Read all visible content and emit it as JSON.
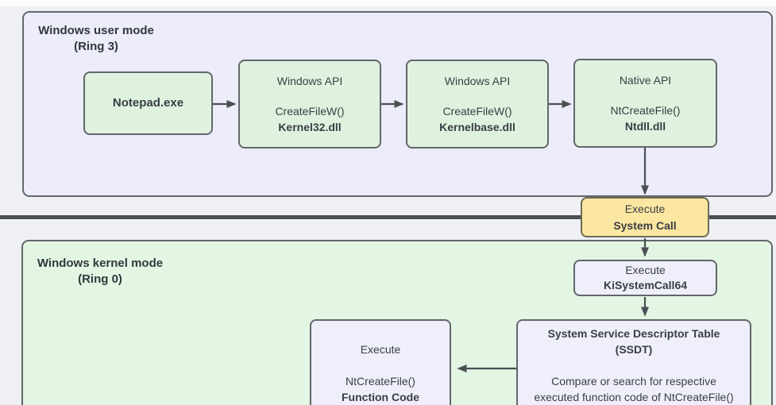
{
  "colors": {
    "canvas_bg": "#eff0f3",
    "user_mode_fill": "#ececfa",
    "kernel_mode_fill": "#e2f6e3",
    "process_fill": "#dff2df",
    "kernel_node_fill": "#efeffc",
    "system_call_fill": "#fbe7a1",
    "border": "#63666b",
    "arrow": "#4b4f54",
    "text": "#3a3e44"
  },
  "sections": {
    "user_mode": {
      "title": "Windows user mode",
      "subtitle": "(Ring 3)"
    },
    "kernel_mode": {
      "title": "Windows kernel mode",
      "subtitle": "(Ring 0)"
    }
  },
  "nodes": {
    "notepad": {
      "title": "Notepad.exe"
    },
    "kernel32": {
      "api": "Windows API",
      "call": "CreateFileW()",
      "module": "Kernel32.dll"
    },
    "kernelbase": {
      "api": "Windows API",
      "call": "CreateFileW()",
      "module": "Kernelbase.dll"
    },
    "ntdll": {
      "api": "Native API",
      "call": "NtCreateFile()",
      "module": "Ntdll.dll"
    },
    "system_call": {
      "line1": "Execute",
      "line2": "System Call"
    },
    "kisystemcall64": {
      "line1": "Execute",
      "line2": "KiSystemCall64"
    },
    "ssdt": {
      "title_line1": "System Service Descriptor Table",
      "title_line2": "(SSDT)",
      "body_line1": "Compare or search for respective",
      "body_line2": "executed function code of NtCreateFile()"
    },
    "function_code": {
      "line1": "Execute",
      "line2": "NtCreateFile()",
      "line3": "Function Code"
    }
  }
}
